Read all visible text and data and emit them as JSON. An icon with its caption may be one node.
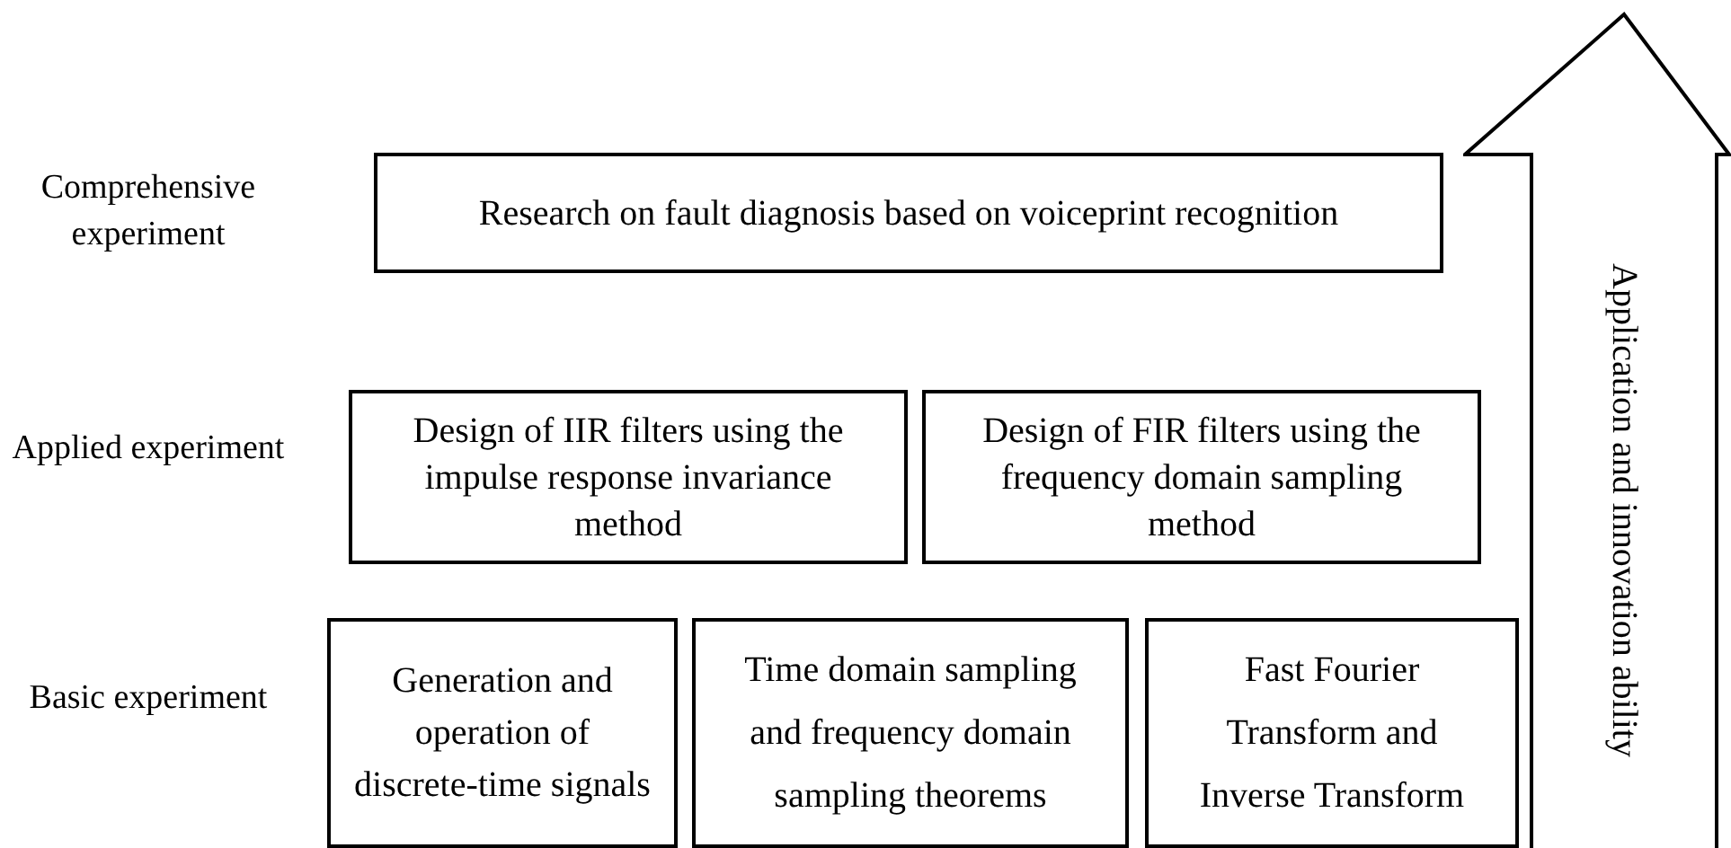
{
  "diagram": {
    "nodes": [
      {
        "text": [
          "Research on fault diagnosis based on voiceprint recognition"
        ]
      },
      {
        "text": [
          "Design of IIR filters using the impulse response invariance method"
        ]
      },
      {
        "text": [
          "Design of FIR filters using the frequency domain sampling method"
        ]
      },
      {
        "text": [
          "Generation and operation of discrete-time signals"
        ]
      },
      {
        "text": [
          "Time domain sampling and frequency domain sampling theorems"
        ]
      },
      {
        "text": [
          "Fast Fourier Transform and Inverse Transform"
        ]
      },
      {
        "text": [
          "Application and innovation ability"
        ]
      }
    ],
    "edges": [],
    "labels": [
      "Comprehensive experiment",
      "Applied experiment",
      "Basic experiment"
    ]
  }
}
